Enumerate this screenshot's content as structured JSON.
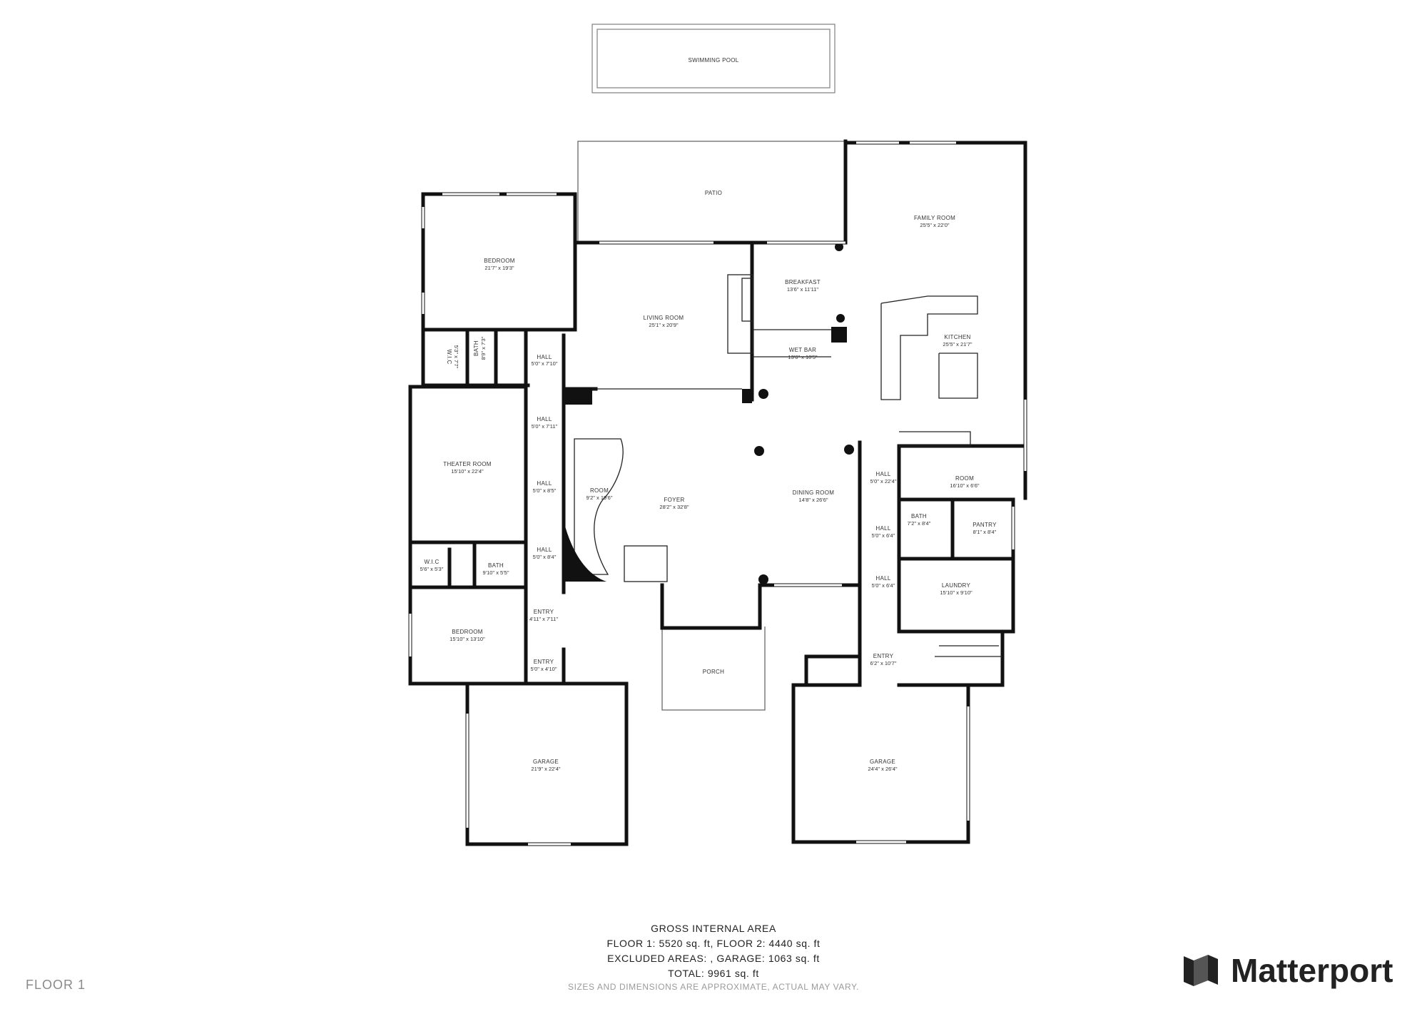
{
  "rooms": {
    "pool": {
      "name": "SWIMMING POOL",
      "dim": ""
    },
    "patio": {
      "name": "PATIO",
      "dim": ""
    },
    "bedroom1": {
      "name": "BEDROOM",
      "dim": "21'7\" x 19'3\""
    },
    "family": {
      "name": "FAMILY ROOM",
      "dim": "25'5\" x 22'0\""
    },
    "breakfast": {
      "name": "BREAKFAST",
      "dim": "13'6\" x 11'11\""
    },
    "living": {
      "name": "LIVING ROOM",
      "dim": "25'1\" x 20'9\""
    },
    "wic1": {
      "name": "W.I.C",
      "dim": "5'3\" x 7'7\""
    },
    "bath1": {
      "name": "BATH",
      "dim": "8'9\" x 7'3\""
    },
    "hall1": {
      "name": "HALL",
      "dim": "5'0\" x 7'10\""
    },
    "wetbar": {
      "name": "WET BAR",
      "dim": "13'6\" x 10'5\""
    },
    "kitchen": {
      "name": "KITCHEN",
      "dim": "25'5\" x 21'7\""
    },
    "hall2": {
      "name": "HALL",
      "dim": "5'0\" x 7'11\""
    },
    "theater": {
      "name": "THEATER ROOM",
      "dim": "15'10\" x 22'4\""
    },
    "hall3": {
      "name": "HALL",
      "dim": "5'0\" x 8'5\""
    },
    "roomA": {
      "name": "ROOM",
      "dim": "9'2\" x 19'6\""
    },
    "foyer": {
      "name": "FOYER",
      "dim": "28'2\" x 32'8\""
    },
    "dining": {
      "name": "DINING ROOM",
      "dim": "14'8\" x 26'6\""
    },
    "hall4": {
      "name": "HALL",
      "dim": "5'0\" x 22'4\""
    },
    "roomB": {
      "name": "ROOM",
      "dim": "16'10\" x 6'6\""
    },
    "bath2": {
      "name": "BATH",
      "dim": "7'2\" x 8'4\""
    },
    "pantry": {
      "name": "PANTRY",
      "dim": "8'1\" x 8'4\""
    },
    "hall5": {
      "name": "HALL",
      "dim": "5'0\" x 6'4\""
    },
    "hall6": {
      "name": "HALL",
      "dim": "5'0\" x 8'4\""
    },
    "wic2": {
      "name": "W.I.C",
      "dim": "5'6\" x 5'3\""
    },
    "bath3": {
      "name": "BATH",
      "dim": "9'10\" x 5'5\""
    },
    "hall7": {
      "name": "HALL",
      "dim": "5'0\" x 6'4\""
    },
    "laundry": {
      "name": "LAUNDRY",
      "dim": "15'10\" x 9'10\""
    },
    "entry1": {
      "name": "ENTRY",
      "dim": "4'11\" x 7'11\""
    },
    "bedroom2": {
      "name": "BEDROOM",
      "dim": "15'10\" x 13'10\""
    },
    "entry2": {
      "name": "ENTRY",
      "dim": "5'0\" x 4'10\""
    },
    "entry3": {
      "name": "ENTRY",
      "dim": "6'2\" x 10'7\""
    },
    "porch": {
      "name": "PORCH",
      "dim": ""
    },
    "garage1": {
      "name": "GARAGE",
      "dim": "21'9\" x 22'4\""
    },
    "garage2": {
      "name": "GARAGE",
      "dim": "24'4\" x 26'4\""
    }
  },
  "footer": {
    "title": "GROSS INTERNAL AREA",
    "line1": "FLOOR 1: 5520 sq. ft, FLOOR 2: 4440 sq. ft",
    "line2": "EXCLUDED AREAS: , GARAGE: 1063 sq. ft",
    "line3": "TOTAL: 9961 sq. ft",
    "note": "SIZES AND DIMENSIONS ARE APPROXIMATE, ACTUAL MAY VARY.",
    "floor_label": "FLOOR 1"
  },
  "brand": {
    "name": "Matterport",
    "icon": "matterport-logo-icon"
  }
}
